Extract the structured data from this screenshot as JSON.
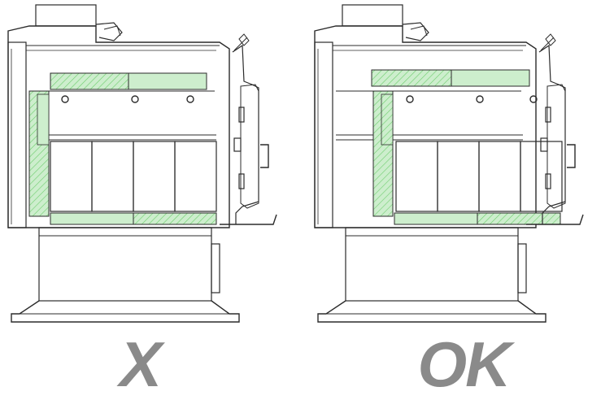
{
  "diagram": {
    "panels": [
      {
        "id": "left",
        "verdict": "X"
      },
      {
        "id": "right",
        "verdict": "OK"
      }
    ],
    "colors": {
      "line": "#2b2b2b",
      "insulation_fill": "#cdeecd",
      "insulation_hatch": "#6fcf6f",
      "verdict_text": "#8a8a8a"
    }
  }
}
